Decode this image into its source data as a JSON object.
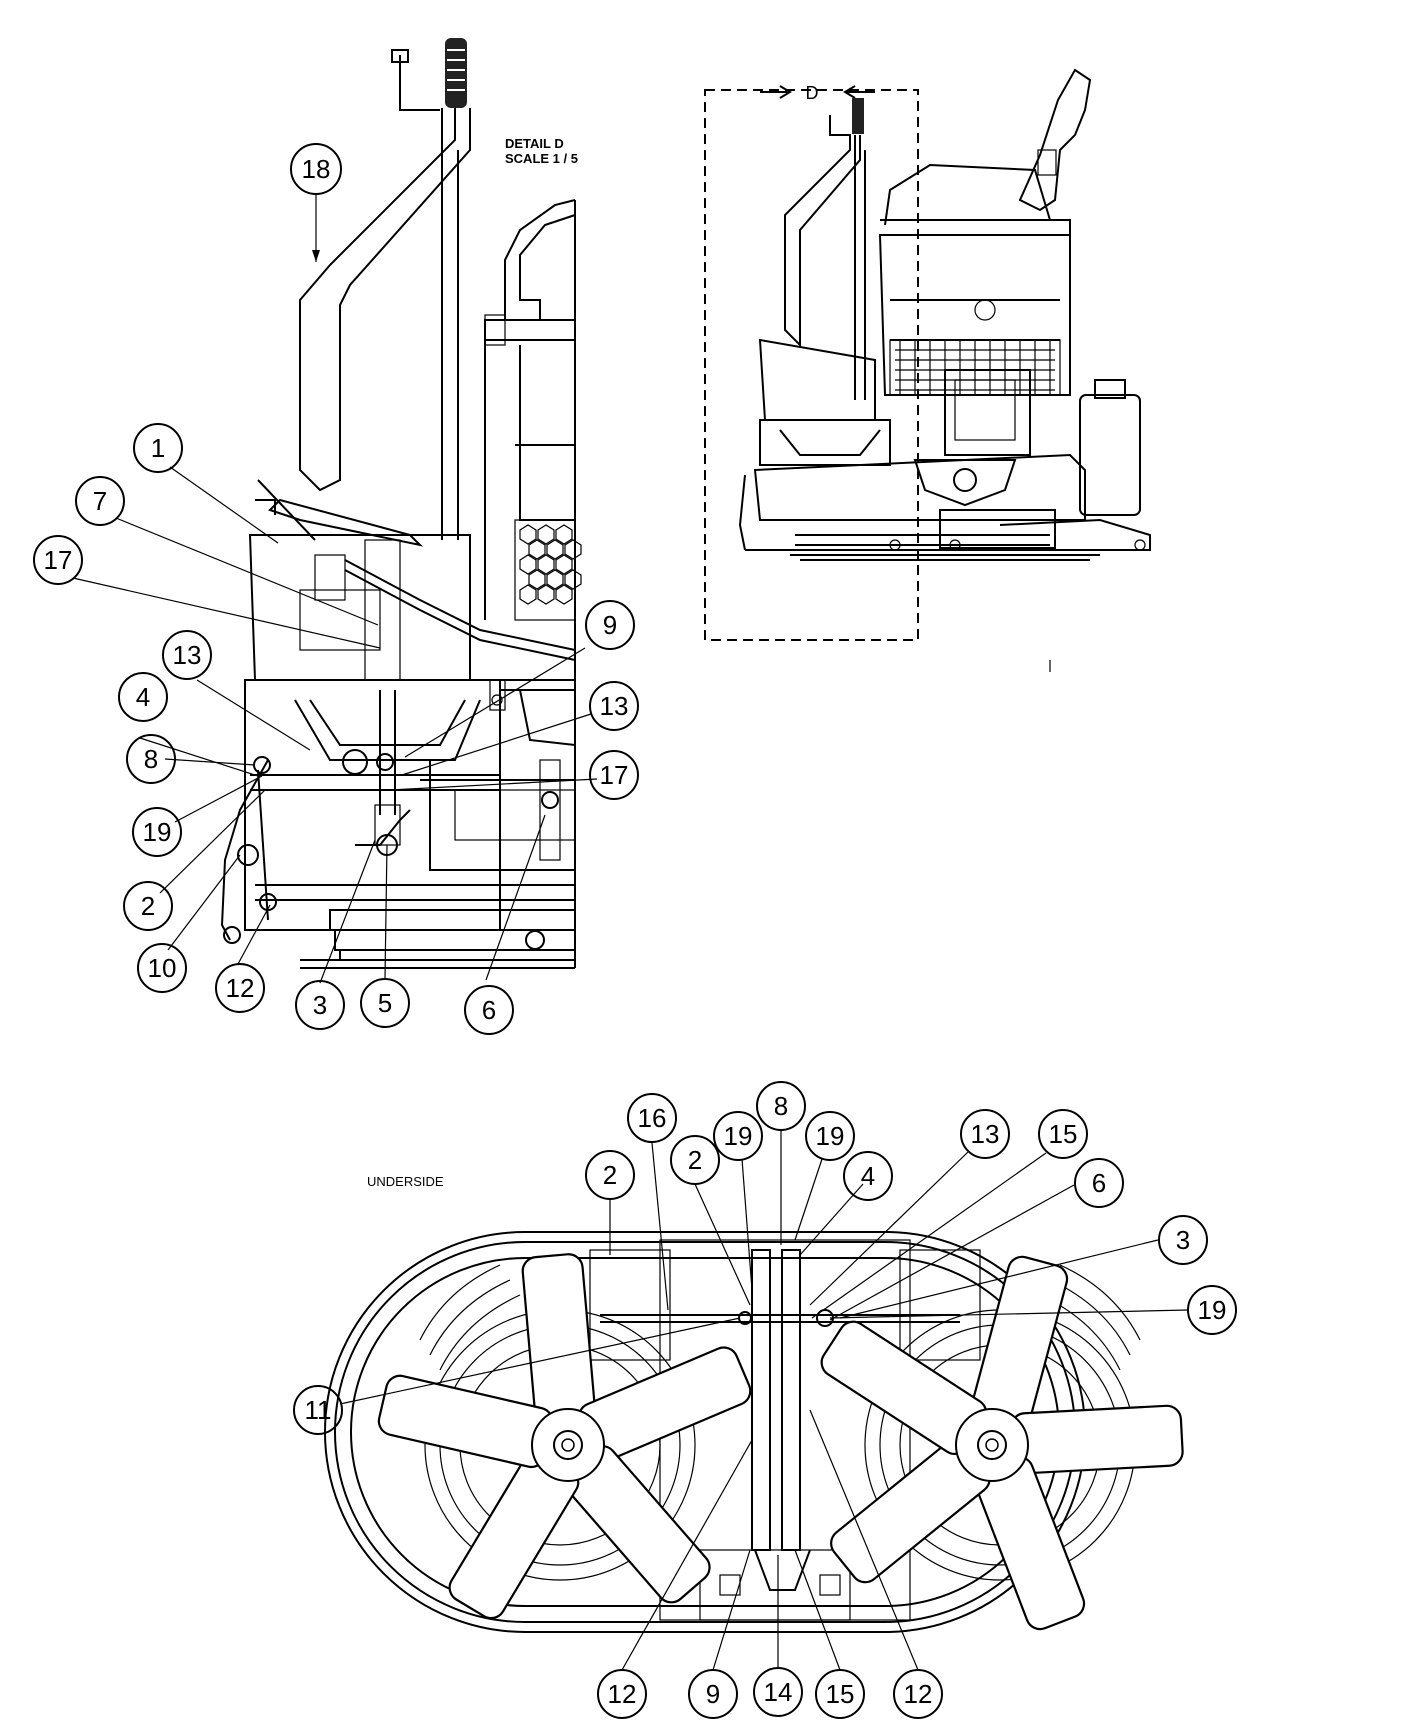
{
  "labels": {
    "detail_title": "DETAIL  D",
    "detail_scale": "SCALE 1 / 5",
    "section_marker": "D",
    "underside": "UNDERSIDE"
  },
  "detail_balloons": [
    "18",
    "1",
    "7",
    "17",
    "13",
    "4",
    "8",
    "19",
    "2",
    "10",
    "12",
    "3",
    "5",
    "6",
    "9",
    "13",
    "17"
  ],
  "underside_balloons": [
    "16",
    "8",
    "19",
    "19",
    "13",
    "15",
    "2",
    "2",
    "4",
    "6",
    "3",
    "19",
    "11",
    "12",
    "9",
    "14",
    "15",
    "12"
  ]
}
